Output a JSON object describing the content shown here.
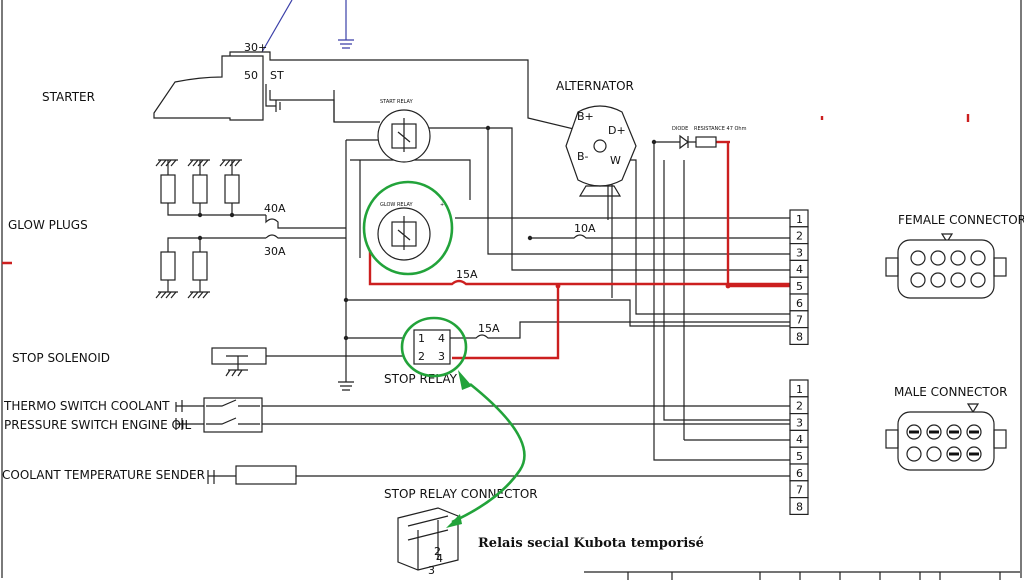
{
  "labels": {
    "starter": "STARTER",
    "glow_plugs": "GLOW PLUGS",
    "stop_solenoid": "STOP SOLENOID",
    "thermo_switch": "THERMO SWITCH COOLANT",
    "pressure_switch": "PRESSURE SWITCH ENGINE OIL",
    "coolant_sender": "COOLANT TEMPERATURE SENDER",
    "alternator": "ALTERNATOR",
    "start_relay": "START RELAY",
    "glow_relay": "GLOW RELAY",
    "stop_relay": "STOP RELAY",
    "stop_relay_connector": "STOP RELAY CONNECTOR",
    "female_connector": "FEMALE CONNECTOR",
    "male_connector": "MALE CONNECTOR",
    "diode": "DIODE",
    "resistance": "RESISTANCE 47 Ohm",
    "annotation": "Relais secial Kubota temporisé"
  },
  "terminals": {
    "t30": "30+",
    "t50": "50",
    "tST": "ST",
    "b_plus": "B+",
    "b_minus": "B-",
    "d_plus": "D+",
    "w": "W",
    "relay_1": "1",
    "relay_2": "2",
    "relay_3": "3",
    "relay_4": "4",
    "conn_2": "2",
    "conn_4": "4",
    "conn_3": "3"
  },
  "fuses": {
    "f40": "40A",
    "f30": "30A",
    "f10": "10A",
    "f15a": "15A",
    "f15b": "15A"
  },
  "connector_top": [
    "1",
    "2",
    "3",
    "4",
    "5",
    "6",
    "7",
    "8"
  ],
  "connector_bottom": [
    "1",
    "2",
    "3",
    "4",
    "5",
    "6",
    "7",
    "8"
  ],
  "colors": {
    "wire": "#222222",
    "highlight_wire": "#cc1f1f",
    "annotation": "#22a33a",
    "ground_link": "#3a3fa8"
  }
}
